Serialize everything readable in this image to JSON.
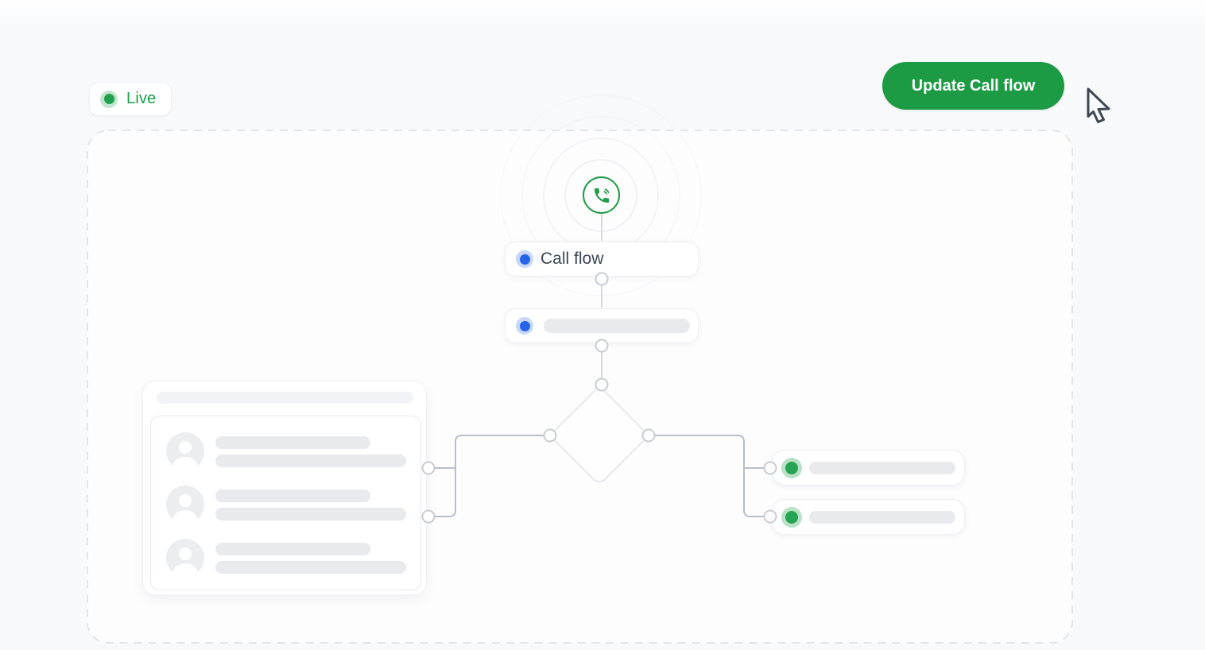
{
  "header": {
    "status_badge": {
      "label": "Live",
      "dot_color": "#1FA14E",
      "label_color": "#17A04A"
    },
    "update_button": {
      "label": "Update Call flow",
      "bg_color": "#1C9B44",
      "label_color": "#FFFFFF"
    },
    "cursor": {
      "icon": "arrow-pointer"
    }
  },
  "canvas": {
    "entry_node": {
      "icon": "phone-call-icon",
      "accent_color": "#1D9B45"
    },
    "call_flow_node": {
      "label": "Call flow",
      "dot_color": "#2563EB",
      "halo_color": "#C6D7FB"
    },
    "placeholder_node": {
      "dot_color": "#2563EB",
      "skeleton": true
    },
    "decision_node": {
      "shape": "diamond"
    },
    "contacts_card": {
      "skeleton": true,
      "rows": 3
    },
    "outcome_nodes": [
      {
        "dot_color": "#27A356",
        "skeleton": true
      },
      {
        "dot_color": "#27A356",
        "skeleton": true
      }
    ]
  }
}
